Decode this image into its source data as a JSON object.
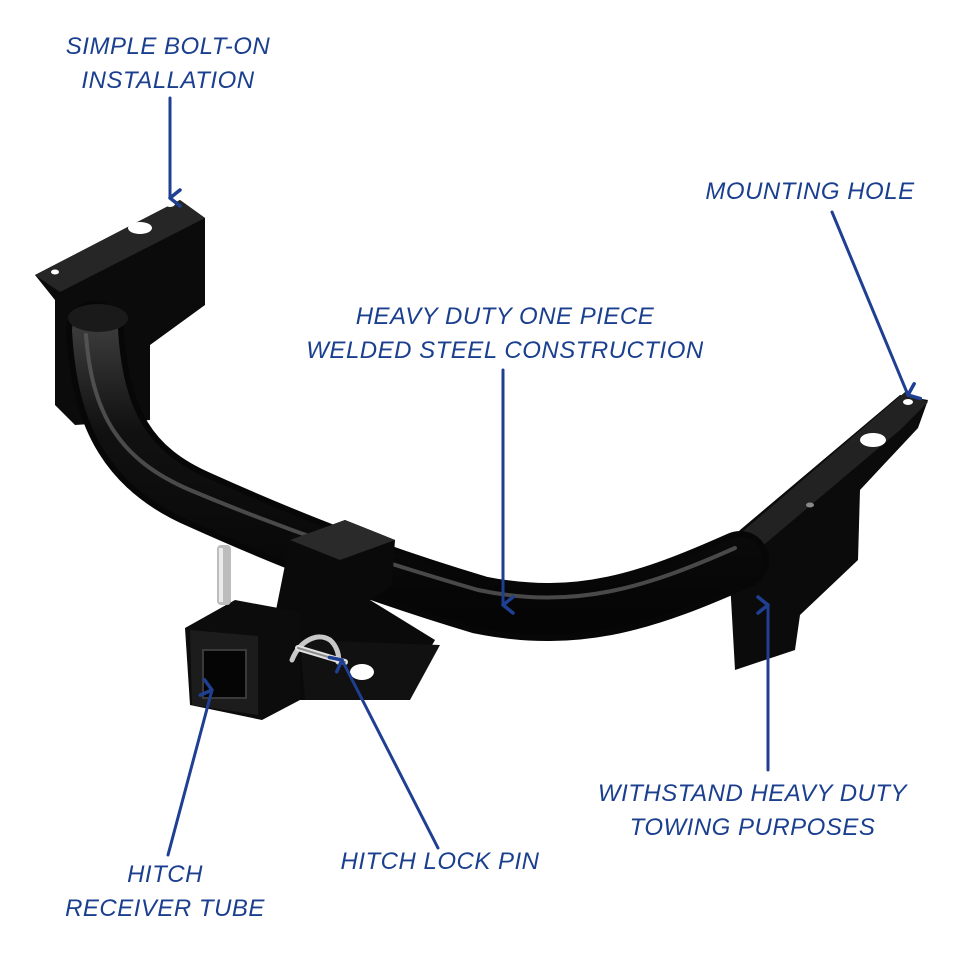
{
  "colors": {
    "label": "#1b3f8f",
    "arrow": "#1f3f93",
    "steel": "#0d0d0d",
    "highlight": "#5a5a5a"
  },
  "callouts": {
    "bolt_on": {
      "line1": "SIMPLE BOLT-ON",
      "line2": "INSTALLATION"
    },
    "mounting_hole": {
      "line1": "MOUNTING HOLE"
    },
    "steel_construction": {
      "line1": "HEAVY DUTY ONE PIECE",
      "line2": "WELDED STEEL CONSTRUCTION"
    },
    "heavy_duty": {
      "line1": "WITHSTAND HEAVY DUTY",
      "line2": "TOWING PURPOSES"
    },
    "lock_pin": {
      "line1": "HITCH LOCK PIN"
    },
    "receiver_tube": {
      "line1": "HITCH",
      "line2": "RECEIVER TUBE"
    }
  }
}
